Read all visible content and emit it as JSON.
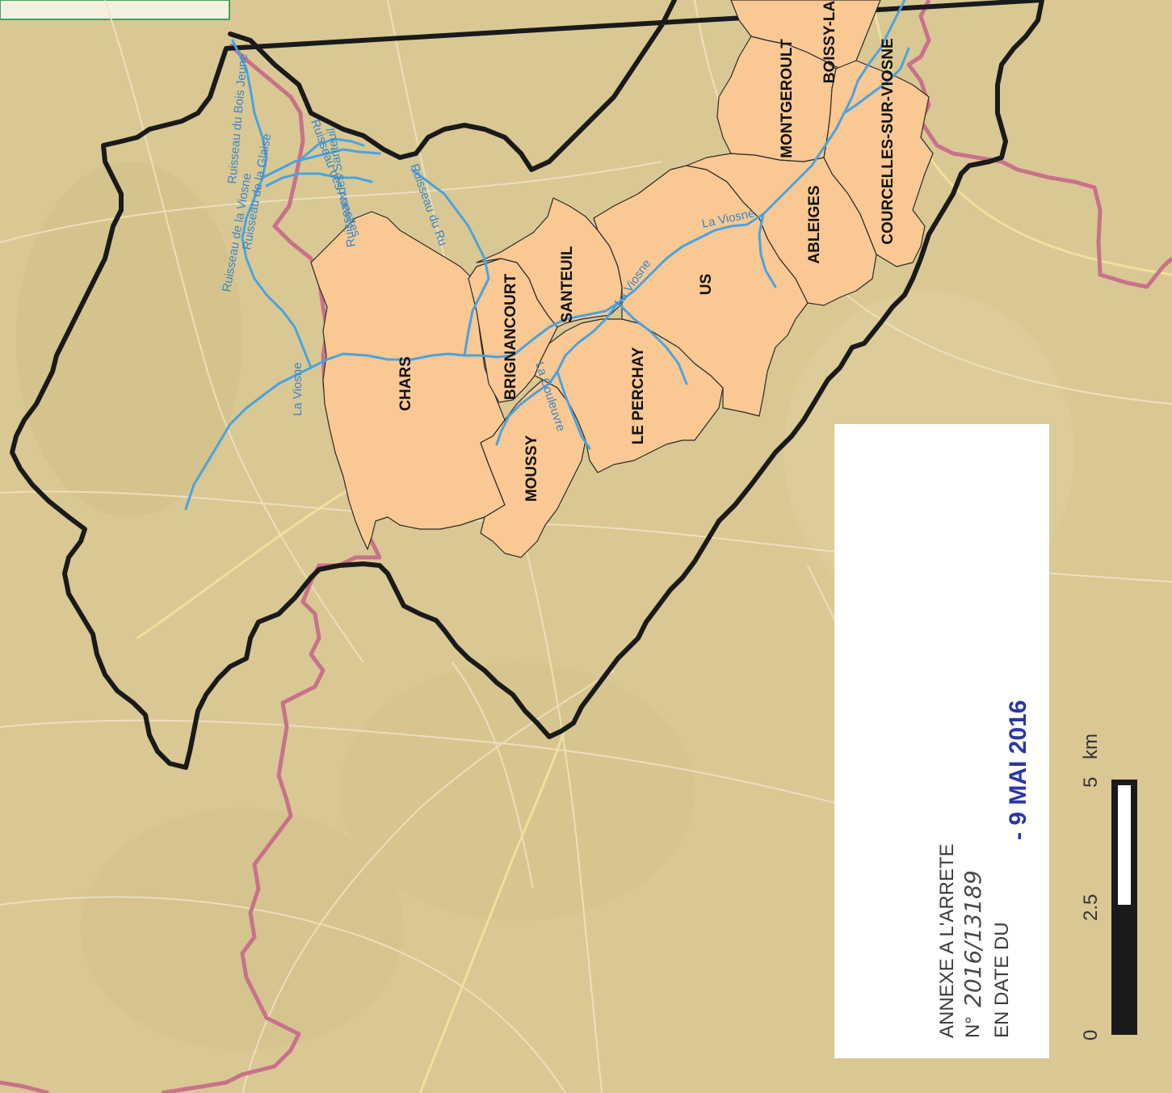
{
  "map": {
    "communes": [
      {
        "id": "chars",
        "label": "CHARS"
      },
      {
        "id": "brignancourt",
        "label": "BRIGNANCOURT"
      },
      {
        "id": "santeuil",
        "label": "SANTEUIL"
      },
      {
        "id": "moussy",
        "label": "MOUSSY"
      },
      {
        "id": "le-perchay",
        "label": "LE PERCHAY"
      },
      {
        "id": "us",
        "label": "US"
      },
      {
        "id": "ableiges",
        "label": "ABLEIGES"
      },
      {
        "id": "montgeroult",
        "label": "MONTGEROULT"
      },
      {
        "id": "boissy",
        "label": "BOISSY-LA"
      },
      {
        "id": "courcelles",
        "label": "COURCELLES-SUR-VIOSNE"
      }
    ],
    "rivers": [
      {
        "id": "viosne-west",
        "label": "La Viosne"
      },
      {
        "id": "viosne-centre",
        "label": "La Viosne"
      },
      {
        "id": "viosne-east",
        "label": "La Viosne"
      },
      {
        "id": "couleuvre",
        "label": "La Couleuvre"
      },
      {
        "id": "ruisseau-bois-jeune",
        "label": "Ruisseau du Bois Jeune"
      },
      {
        "id": "ruisseau-viosne",
        "label": "Ruisseau de la Viosne"
      },
      {
        "id": "ruisseau-glaise",
        "label": "Ruisseau de la Glaise"
      },
      {
        "id": "ruisseau-santeuil",
        "label": "Ruisseau des Santeuil"
      },
      {
        "id": "ruisseau-aunettes",
        "label": "Ruisseau des Aunettes"
      },
      {
        "id": "ruisseau-ru",
        "label": "Ruisseau du Ru"
      }
    ],
    "colors": {
      "background": "#d9c894",
      "commune_fill": "#fac893",
      "commune_stroke": "#2a2a2a",
      "watershed": "#1a1a1a",
      "river": "#4aa3e0",
      "river_label": "#3a86c8",
      "dept_boundary": "#c8728a",
      "roads": "#eee4c4"
    }
  },
  "stamp": {
    "line1": "ANNEXE A L'ARRETE",
    "line2_prefix": "N°",
    "line2_number": "2016/13189",
    "line3": "EN DATE DU",
    "date": "- 9 MAI 2016"
  },
  "scale": {
    "tick_0": "0",
    "tick_mid": "2.5",
    "tick_end": "5",
    "unit": "km"
  }
}
